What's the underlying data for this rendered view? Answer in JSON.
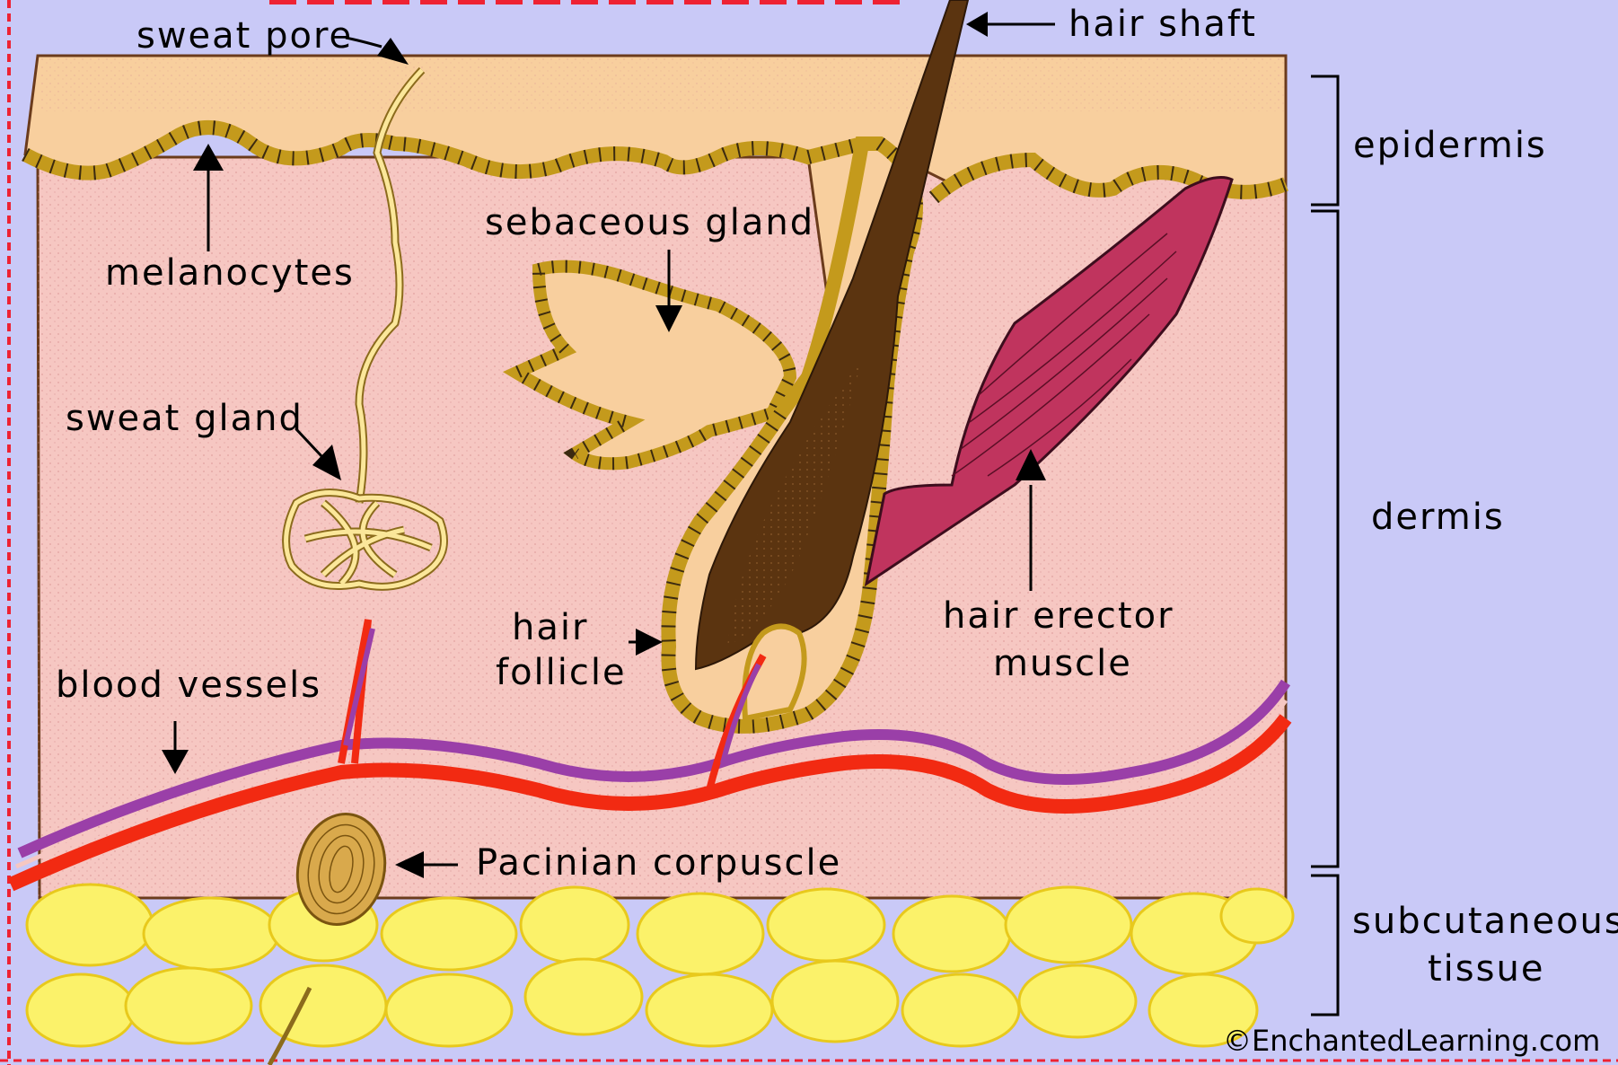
{
  "labels": {
    "hair_shaft": "hair shaft",
    "sweat_pore": "sweat pore",
    "epidermis": "epidermis",
    "melanocytes": "melanocytes",
    "sebaceous_gland": "sebaceous gland",
    "sweat_gland": "sweat gland",
    "dermis": "dermis",
    "hair_follicle_1": "hair",
    "hair_follicle_2": "follicle",
    "hair_erector_1": "hair erector",
    "hair_erector_2": "muscle",
    "blood_vessels": "blood vessels",
    "pacinian": "Pacinian corpuscle",
    "subcutaneous_1": "subcutaneous",
    "subcutaneous_2": "tissue"
  },
  "copyright": "©EnchantedLearning.com",
  "colors": {
    "background": "#c9c9f7",
    "epidermis": "#f8cf9e",
    "dermis": "#f6c7c2",
    "cell_border": "#c49a1c",
    "hair": "#5b3410",
    "muscle": "#c0345e",
    "artery": "#f22a12",
    "vein": "#9a3fa8",
    "fat": "#fbf26a",
    "sweat_gland": "#fbe79a"
  }
}
